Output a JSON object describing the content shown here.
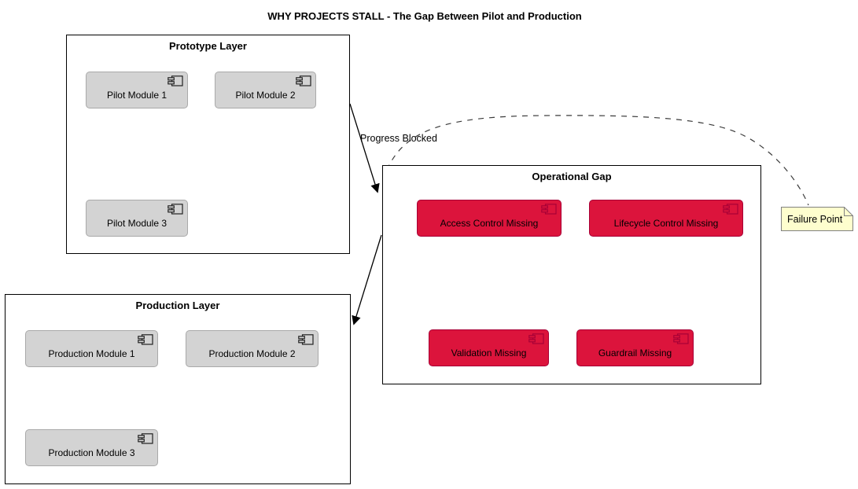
{
  "title": "WHY PROJECTS STALL - The Gap Between Pilot and Production",
  "packages": {
    "prototype": {
      "title": "Prototype Layer",
      "modules": [
        {
          "label": "Pilot Module 1"
        },
        {
          "label": "Pilot Module 2"
        },
        {
          "label": "Pilot Module 3"
        }
      ]
    },
    "production": {
      "title": "Production Layer",
      "modules": [
        {
          "label": "Production Module 1"
        },
        {
          "label": "Production Module 2"
        },
        {
          "label": "Production Module 3"
        }
      ]
    },
    "gap": {
      "title": "Operational Gap",
      "modules": [
        {
          "label": "Access Control Missing"
        },
        {
          "label": "Lifecycle Control Missing"
        },
        {
          "label": "Validation Missing"
        },
        {
          "label": "Guardrail Missing"
        }
      ]
    }
  },
  "edges": {
    "progress_blocked_label": "Progress Blocked"
  },
  "note": {
    "text": "Failure Point"
  },
  "colors": {
    "background": "#FFFFFF",
    "package_border": "#000000",
    "module_gray_fill": "#D3D3D3",
    "module_gray_border": "#A9A9A9",
    "module_red_fill": "#DC143C",
    "module_red_border": "#A80036",
    "note_fill": "#FEFECE",
    "note_border": "#818181",
    "text": "#000000"
  }
}
